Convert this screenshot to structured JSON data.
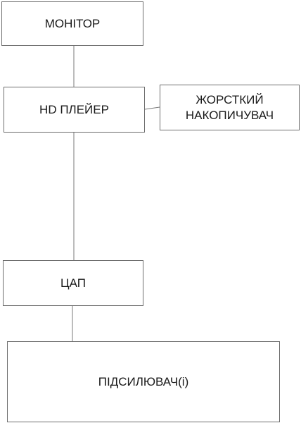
{
  "diagram": {
    "nodes": {
      "monitor": "МОНІТОР",
      "player": "HD ПЛЕЙЕР",
      "drive": "ЖОРСТКИЙ\nНАКОПИЧУВАЧ",
      "dac": "ЦАП",
      "amplifier": "ПІДСИЛЮВАЧ(і)"
    },
    "edges": [
      [
        "monitor",
        "player"
      ],
      [
        "player",
        "drive"
      ],
      [
        "player",
        "dac"
      ],
      [
        "dac",
        "amplifier"
      ]
    ]
  }
}
